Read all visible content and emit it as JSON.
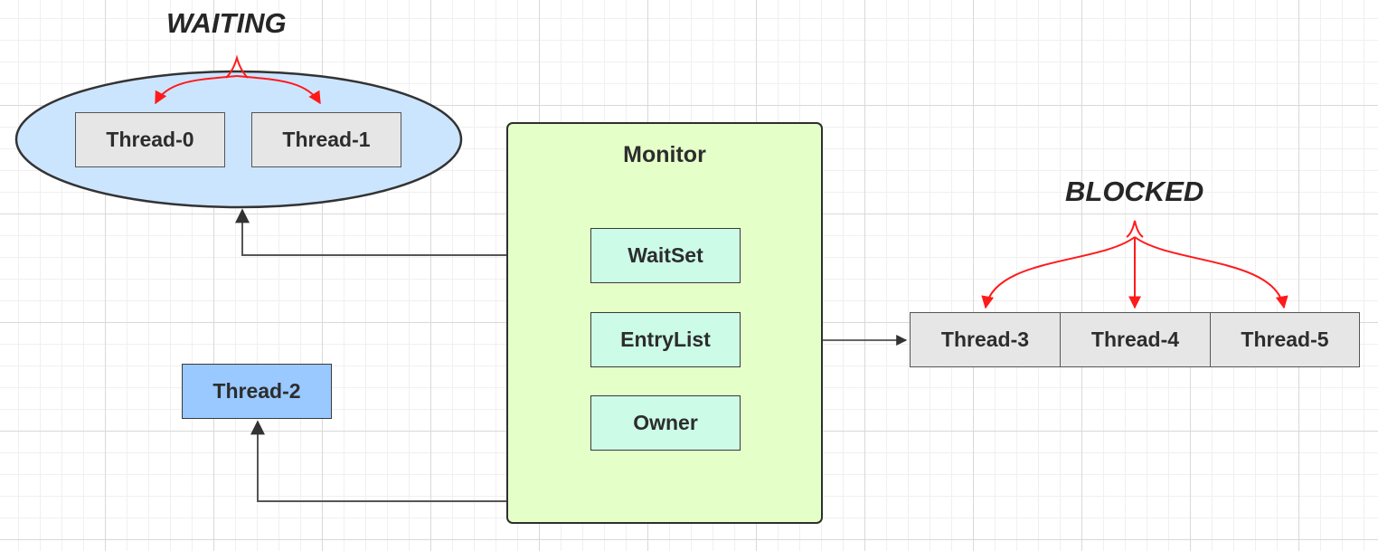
{
  "labels": {
    "waiting": "WAITING",
    "blocked": "BLOCKED",
    "monitor": "Monitor"
  },
  "monitor": {
    "waitset": "WaitSet",
    "entrylist": "EntryList",
    "owner": "Owner"
  },
  "waiting_threads": [
    "Thread-0",
    "Thread-1"
  ],
  "owner_thread": "Thread-2",
  "blocked_threads": [
    "Thread-3",
    "Thread-4",
    "Thread-5"
  ],
  "colors": {
    "wait_set_ellipse": "#cce5ff",
    "monitor_fill": "#e5ffc9",
    "monitor_slot_fill": "#ccfce8",
    "owner_thread_fill": "#99c9ff",
    "thread_fill": "#e6e6e6",
    "state_arrow": "#ff1a1a",
    "link_arrow": "#555555"
  }
}
